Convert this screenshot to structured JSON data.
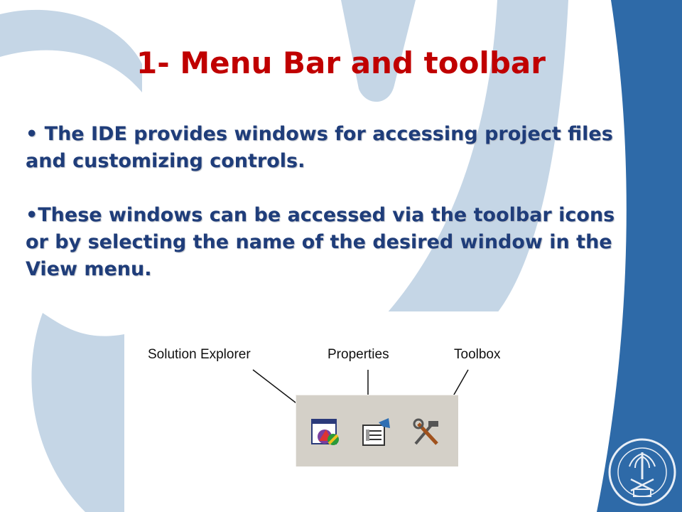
{
  "slide": {
    "title": "1- Menu Bar and toolbar",
    "paragraphs": [
      {
        "text_before": "• The IDE provides windows for accessing project files and customizing controls.",
        "bold": "",
        "text_after": ""
      },
      {
        "text_before": "•These windows can be accessed via the toolbar icons or by selecting the name of the desired window in the ",
        "bold": "View",
        "text_after": " menu."
      }
    ]
  },
  "figure": {
    "labels": {
      "solution_explorer": "Solution Explorer",
      "properties": "Properties",
      "toolbox": "Toolbox"
    },
    "icons": [
      "solution-explorer-icon",
      "properties-icon",
      "toolbox-icon"
    ]
  },
  "colors": {
    "title": "#c00000",
    "body_text": "#1f3d7a",
    "deco_light": "#c5d6e6",
    "deco_dark": "#2e6aa8",
    "toolbar_bg": "#d4d0c8"
  }
}
